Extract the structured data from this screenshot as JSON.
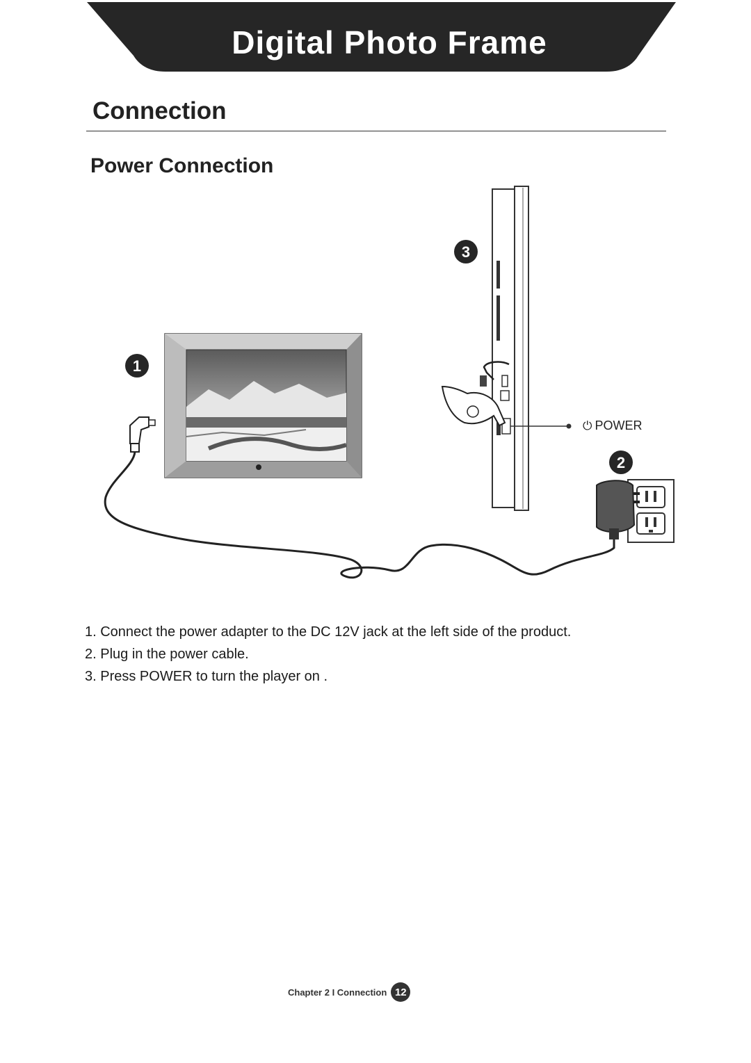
{
  "header": {
    "title": "Digital Photo Frame"
  },
  "section": {
    "title": "Connection",
    "subtitle": "Power Connection"
  },
  "diagram": {
    "callouts": [
      "1",
      "2",
      "3"
    ],
    "power_label": "POWER",
    "power_symbol": "⏻"
  },
  "steps": [
    "1. Connect the power adapter to the DC 12V jack at the left side of the product.",
    "2. Plug in the power cable.",
    "3. Press POWER to turn the player on ."
  ],
  "footer": {
    "chapter": "Chapter 2 I Connection",
    "page": "12"
  },
  "colors": {
    "banner": "#262626",
    "badge": "#333333"
  }
}
